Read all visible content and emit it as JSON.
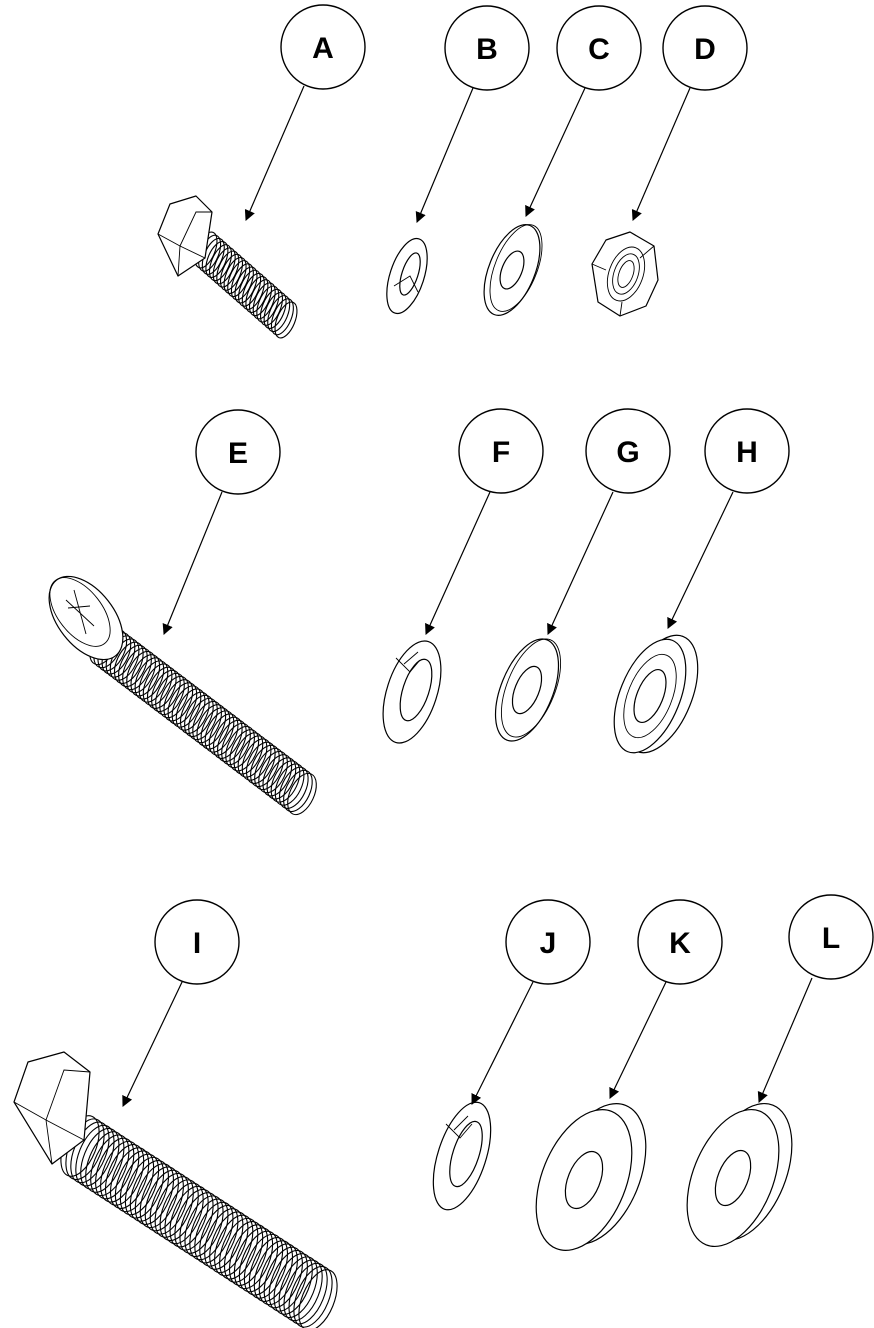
{
  "callouts": [
    {
      "id": "A",
      "label": "A",
      "part": "hex-bolt-short"
    },
    {
      "id": "B",
      "label": "B",
      "part": "split-lock-washer-small"
    },
    {
      "id": "C",
      "label": "C",
      "part": "flat-washer-small"
    },
    {
      "id": "D",
      "label": "D",
      "part": "hex-nut"
    },
    {
      "id": "E",
      "label": "E",
      "part": "pan-head-phillips-screw"
    },
    {
      "id": "F",
      "label": "F",
      "part": "split-lock-washer-medium"
    },
    {
      "id": "G",
      "label": "G",
      "part": "flat-washer-medium"
    },
    {
      "id": "H",
      "label": "H",
      "part": "thick-washer"
    },
    {
      "id": "I",
      "label": "I",
      "part": "hex-bolt-long"
    },
    {
      "id": "J",
      "label": "J",
      "part": "split-lock-washer-large"
    },
    {
      "id": "K",
      "label": "K",
      "part": "fender-washer"
    },
    {
      "id": "L",
      "label": "L",
      "part": "fender-washer"
    }
  ],
  "colors": {
    "ink": "#000000",
    "paper": "#ffffff"
  }
}
